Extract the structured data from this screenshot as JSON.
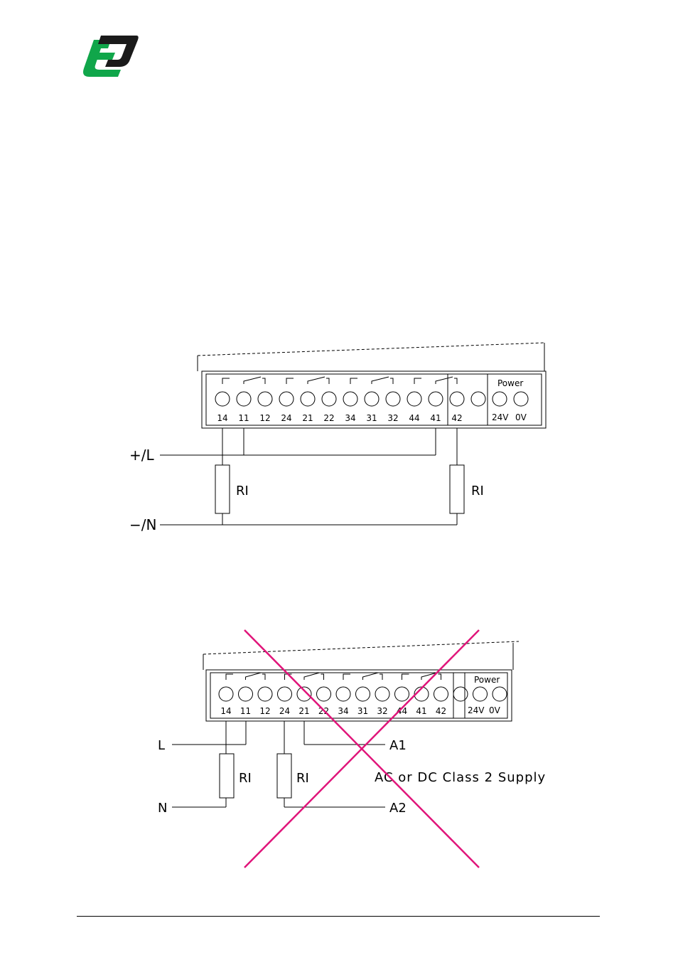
{
  "brand": {
    "green": "#10a64a",
    "dark": "#1a1a1a",
    "cross_color": "#e0157a"
  },
  "top_diagram": {
    "terminals": [
      "14",
      "11",
      "12",
      "24",
      "21",
      "22",
      "34",
      "31",
      "32",
      "44",
      "41",
      "42"
    ],
    "power_title": "Power",
    "power_terminals": [
      "24V",
      "0V"
    ],
    "line_plus": "+/L",
    "line_minus": "−/N",
    "resistor_left": "RI",
    "resistor_right": "RI"
  },
  "bottom_diagram": {
    "terminals": [
      "14",
      "11",
      "12",
      "24",
      "21",
      "22",
      "34",
      "31",
      "32",
      "44",
      "41",
      "42"
    ],
    "power_title": "Power",
    "power_terminals": [
      "24V",
      "0V"
    ],
    "line_l": "L",
    "line_n": "N",
    "resistor_left": "RI",
    "resistor_right": "RI",
    "supply_a1": "A1",
    "supply_a2": "A2",
    "supply_note": "AC or DC Class 2 Supply",
    "crossed_out": true
  }
}
